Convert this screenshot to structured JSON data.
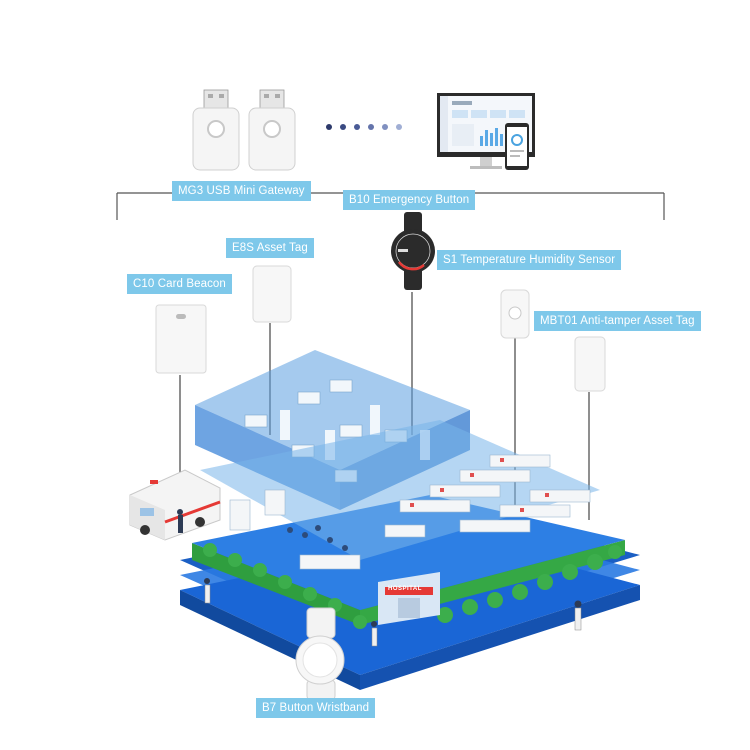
{
  "labels": {
    "gateway": "MG3 USB Mini Gateway",
    "emergency_button": "B10 Emergency Button",
    "asset_tag": "E8S Asset Tag",
    "temp_sensor": "S1 Temperature Humidity Sensor",
    "card_beacon": "C10 Card Beacon",
    "anti_tamper_tag": "MBT01 Anti-tamper Asset Tag",
    "wristband": "B7 Button Wristband",
    "hospital_sign": "HOSPITAL"
  },
  "colors": {
    "label_bg": "#7ec8ea",
    "line": "#555555",
    "floor_blue": "#1e6fd9",
    "grass": "#2f9e3f",
    "dot": "#2d3a6b"
  },
  "icons": {
    "dots": "connection-dots-icon",
    "monitor": "dashboard-monitor-icon",
    "phone": "smartphone-icon"
  }
}
